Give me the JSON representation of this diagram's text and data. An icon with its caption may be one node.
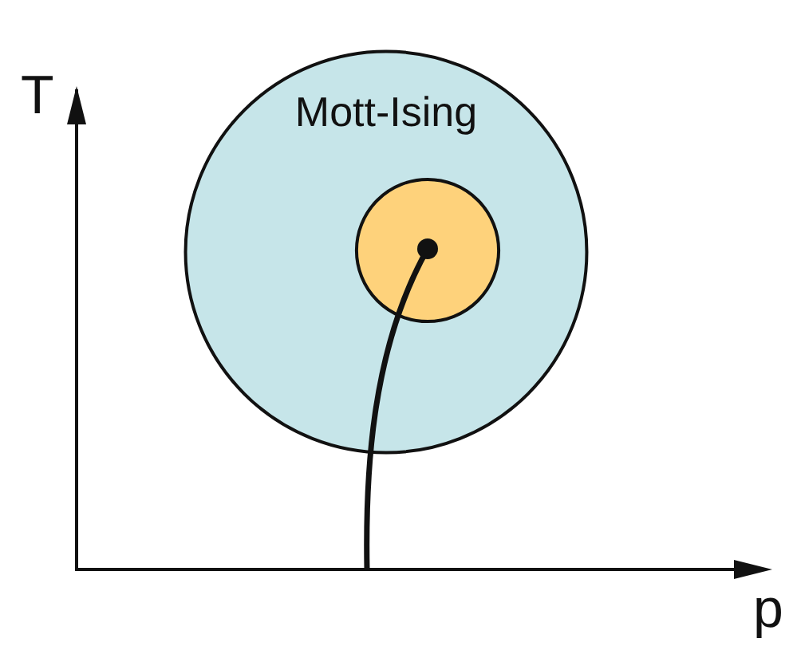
{
  "diagram": {
    "nodes": [
      {
        "text": [
          "Mott-Ising"
        ]
      },
      {
        "text": [],
        "shape": "circle",
        "in": 0
      }
    ],
    "labels": [
      "T",
      "p"
    ]
  }
}
